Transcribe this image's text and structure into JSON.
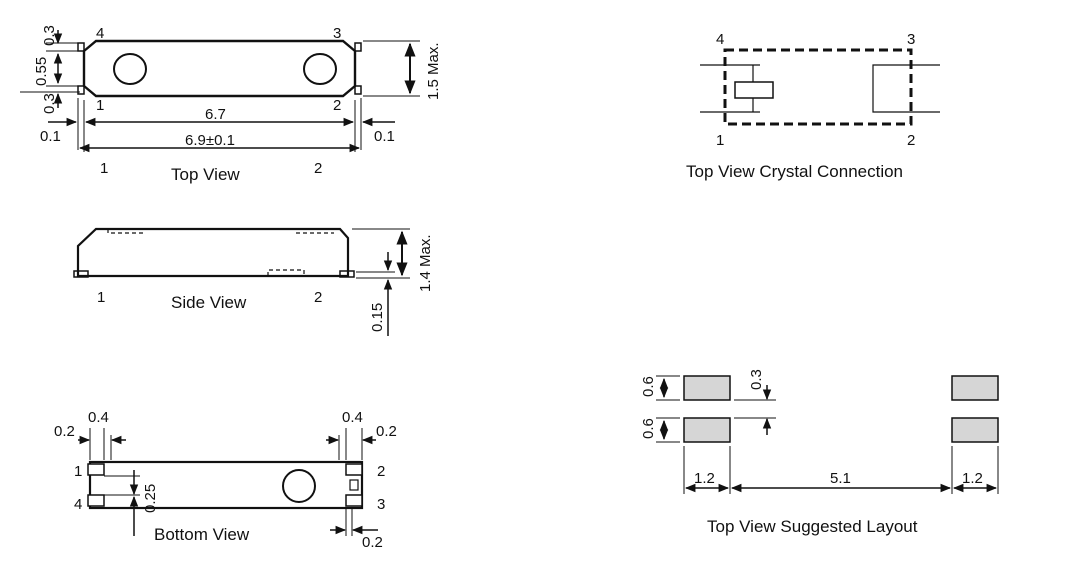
{
  "top_view": {
    "caption": "Top View",
    "pins": {
      "p1": "1",
      "p2": "2",
      "p3": "3",
      "p4": "4",
      "p1_below": "1",
      "p2_below": "2"
    },
    "dims": {
      "d_0_3_top": "0.3",
      "d_0_55": "0.55",
      "d_0_3_bottom": "0.3",
      "d_6_7": "6.7",
      "d_6_9": "6.9±0.1",
      "d_0_1_left": "0.1",
      "d_0_1_right": "0.1",
      "d_1_5_max": "1.5 Max."
    }
  },
  "side_view": {
    "caption": "Side View",
    "pins": {
      "p1": "1",
      "p2": "2"
    },
    "dims": {
      "d_1_4_max": "1.4 Max.",
      "d_0_15": "0.15"
    }
  },
  "bottom_view": {
    "caption": "Bottom View",
    "pins": {
      "p1": "1",
      "p2": "2",
      "p3": "3",
      "p4": "4"
    },
    "dims": {
      "d_0_4_left": "0.4",
      "d_0_2_left": "0.2",
      "d_0_4_right": "0.4",
      "d_0_2_right": "0.2",
      "d_0_25": "0.25",
      "d_0_2_bottom": "0.2"
    }
  },
  "crystal_connection": {
    "caption": "Top View Crystal Connection",
    "pins": {
      "p1": "1",
      "p2": "2",
      "p3": "3",
      "p4": "4"
    }
  },
  "suggested_layout": {
    "caption": "Top View Suggested Layout",
    "dims": {
      "d_0_6_top": "0.6",
      "d_0_6_bottom": "0.6",
      "d_0_3": "0.3",
      "d_1_2_left": "1.2",
      "d_5_1": "5.1",
      "d_1_2_right": "1.2"
    },
    "pad_color": "#d6d6d6"
  }
}
